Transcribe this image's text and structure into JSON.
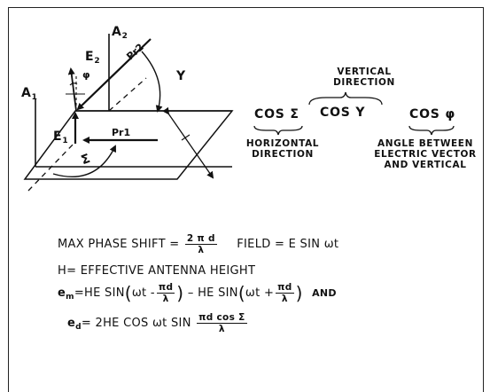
{
  "labels": {
    "a2": "A",
    "a2_sub": "2",
    "a1": "A",
    "a1_sub": "1",
    "e2": "E",
    "e2_sub": "2",
    "e1": "E",
    "e1_sub": "1",
    "phi": "φ",
    "gamma": "Y",
    "sigma": "Σ",
    "pr2": "Pr2",
    "pr1": "Pr1"
  },
  "terms": {
    "vertical_direction": "VERTICAL DIRECTION",
    "cos_sigma": "COS Σ",
    "cos_gamma": "COS Y",
    "cos_phi": "COS φ",
    "horizontal_direction": "HORIZONTAL DIRECTION",
    "angle_between": "ANGLE BETWEEN ELECTRIC VECTOR AND VERTICAL"
  },
  "equations": {
    "max_phase_shift_label": "MAX PHASE SHIFT =",
    "max_phase_shift_num": "2 π d",
    "max_phase_shift_den": "λ",
    "field": "FIELD = E  SIN ωt",
    "h_def": "H= EFFECTIVE ANTENNA HEIGHT",
    "em_lhs": "e",
    "em_sub": "m",
    "em_part1": "=HE SIN",
    "em_inner1": "ωt -",
    "em_frac_num": "πd",
    "em_frac_den": "λ",
    "em_part2": "– HE SIN",
    "em_inner2": "ωt +",
    "em_and": "AND",
    "ed_lhs": "e",
    "ed_sub": "d",
    "ed_part": "= 2HE COS ωt  SIN",
    "ed_frac_num": "πd cos Σ",
    "ed_frac_den": "λ"
  }
}
